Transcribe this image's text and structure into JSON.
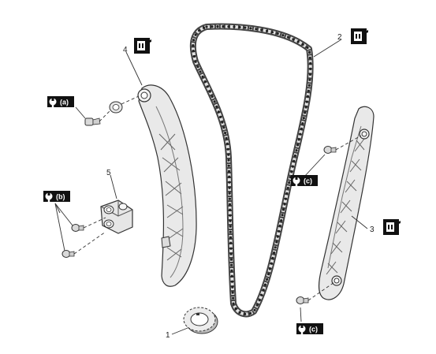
{
  "callouts": {
    "c1": "1",
    "c2": "2",
    "c3": "3",
    "c4": "4",
    "c5": "5"
  },
  "torque_labels": {
    "a": "(a)",
    "b": "(b)",
    "c_upper": "(c)",
    "c_lower": "(c)"
  },
  "icons": {
    "oil_can": "oil-can-icon",
    "torque_wrench": "torque-wrench-icon"
  },
  "colors": {
    "line": "#333333",
    "part_fill": "#e9e9e9",
    "part_shadow": "#c6c6c6",
    "badge": "#111111"
  }
}
